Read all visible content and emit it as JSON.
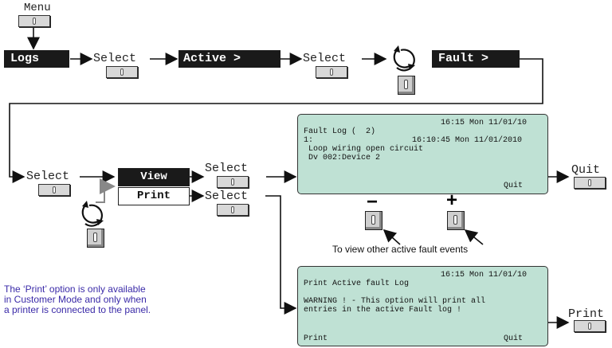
{
  "top": {
    "menu_label": "Menu",
    "logs_label": "Logs",
    "select1_label": "Select",
    "active_label": "Active  >",
    "select2_label": "Select",
    "fault_label": "Fault >"
  },
  "middle": {
    "select_label": "Select",
    "view_label": "View",
    "print_label": "Print",
    "view_select_label": "Select",
    "print_select_label": "Select"
  },
  "fault_screen": {
    "time": "16:15 Mon 11/01/10",
    "line1": "Fault Log (  2)",
    "line2_index": "1:",
    "line2_time": "16:10:45 Mon 11/01/2010",
    "line3": " Loop wiring open circuit",
    "line4": " Dv 002:Device 2",
    "quit": "Quit"
  },
  "quit_action_label": "Quit",
  "minus_label": "−",
  "plus_label": "+",
  "caption": "To view other active fault events",
  "print_screen": {
    "time": "16:15 Mon 11/01/10",
    "line1": "Print Active fault Log",
    "line2": "WARNING ! - This option will print all",
    "line3": "entries in the active Fault log !",
    "print": "Print",
    "quit": "Quit"
  },
  "print_action_label": "Print",
  "note": {
    "line1": "The ‘Print’ option is only available",
    "line2": "in Customer Mode and  only when",
    "line3": "a printer is connected to the panel."
  },
  "colors": {
    "lcd": "#bfe1d4",
    "note": "#3a2aa8",
    "box": "#1a1a1a"
  }
}
